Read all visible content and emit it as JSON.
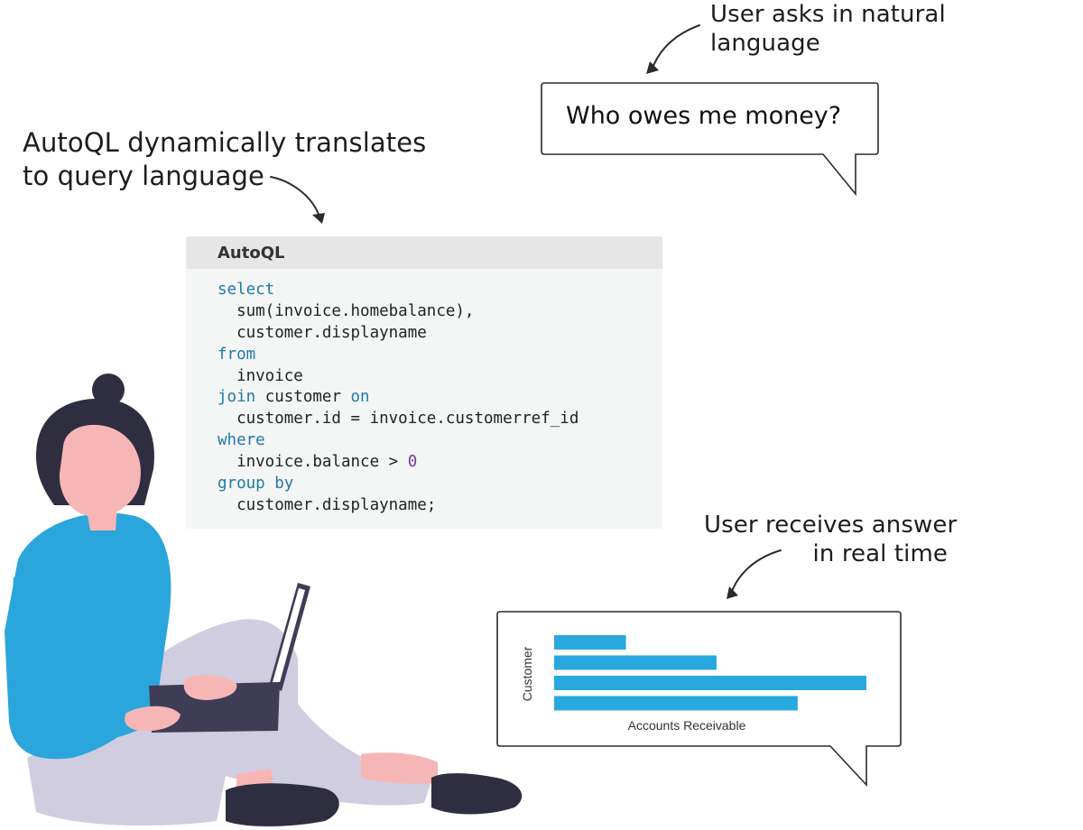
{
  "captions": {
    "ask": [
      "User asks in natural",
      "language"
    ],
    "translate": [
      "AutoQL dynamically translates",
      "to query language"
    ],
    "receive": [
      "User receives answer",
      "in real time"
    ]
  },
  "question": "Who owes me money?",
  "code_panel": {
    "title": "AutoQL",
    "lines": [
      [
        {
          "t": "select",
          "k": "kw"
        }
      ],
      [
        {
          "t": "  sum(invoice.homebalance),",
          "k": "plain"
        }
      ],
      [
        {
          "t": "  customer.displayname",
          "k": "plain"
        }
      ],
      [
        {
          "t": "from",
          "k": "kw"
        }
      ],
      [
        {
          "t": "  invoice",
          "k": "plain"
        }
      ],
      [
        {
          "t": "join",
          "k": "kw"
        },
        {
          "t": " customer ",
          "k": "plain"
        },
        {
          "t": "on",
          "k": "kw"
        }
      ],
      [
        {
          "t": "  customer.id = invoice.customerref_id",
          "k": "plain"
        }
      ],
      [
        {
          "t": "where",
          "k": "kw"
        }
      ],
      [
        {
          "t": "  invoice.balance > ",
          "k": "plain"
        },
        {
          "t": "0",
          "k": "num"
        }
      ],
      [
        {
          "t": "group by",
          "k": "kw"
        }
      ],
      [
        {
          "t": "  customer.displayname;",
          "k": "plain"
        }
      ]
    ]
  },
  "chart_data": {
    "type": "bar",
    "orientation": "horizontal",
    "xlabel": "Accounts Receivable",
    "ylabel": "Customer",
    "categories": [
      "",
      "",
      "",
      ""
    ],
    "values": [
      23,
      52,
      100,
      78
    ],
    "xlim": [
      0,
      100
    ],
    "grid": false,
    "bar_color": "#29a8e0"
  },
  "colors": {
    "bar": "#29a8e0",
    "shirt": "#2aa6dc",
    "pants": "#d0cde1",
    "skin": "#f7b6b6",
    "hair": "#2f2e41",
    "laptop": "#3f3d56",
    "outline": "#2b2b2b"
  },
  "icons": {
    "person": "woman-with-laptop-illustration",
    "arrows": "curved-arrow-icon"
  }
}
